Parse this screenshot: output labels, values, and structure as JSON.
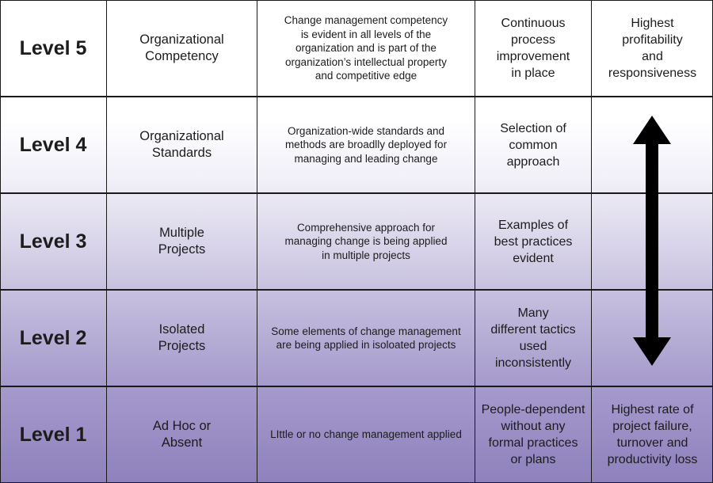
{
  "rows": [
    {
      "level": "Level 5",
      "name": "Organizational\nCompetency",
      "description": "Change management competency\nis evident in all levels of the\norganization and is part of the\norganization’s intellectual property\nand competitive edge",
      "characteristic": "Continuous\nprocess\nimprovement\nin place",
      "outcome": "Highest\nprofitability\nand\nresponsiveness"
    },
    {
      "level": "Level 4",
      "name": "Organizational\nStandards",
      "description": "Organization-wide standards and\nmethods are broadlly deployed for\nmanaging and leading change",
      "characteristic": "Selection of\ncommon\napproach",
      "outcome": ""
    },
    {
      "level": "Level 3",
      "name": "Multiple\nProjects",
      "description": "Comprehensive approach for\nmanaging change is being applied\nin multiple projects",
      "characteristic": "Examples of\nbest practices\nevident",
      "outcome": ""
    },
    {
      "level": "Level 2",
      "name": "Isolated\nProjects",
      "description": "Some elements of change management\nare being applied in isoloated projects",
      "characteristic": "Many\ndifferent tactics\nused\ninconsistently",
      "outcome": ""
    },
    {
      "level": "Level 1",
      "name": "Ad Hoc or\nAbsent",
      "description": "LIttle or no change management applied",
      "characteristic": "People-dependent\nwithout any\nformal practices\nor plans",
      "outcome": "Highest rate of\nproject failure,\nturnover and\nproductivity loss"
    }
  ],
  "colors": {
    "top": "#ffffff",
    "bottom": "#8e81bd",
    "lines": "#1a1a1a",
    "arrow": "#000000"
  }
}
